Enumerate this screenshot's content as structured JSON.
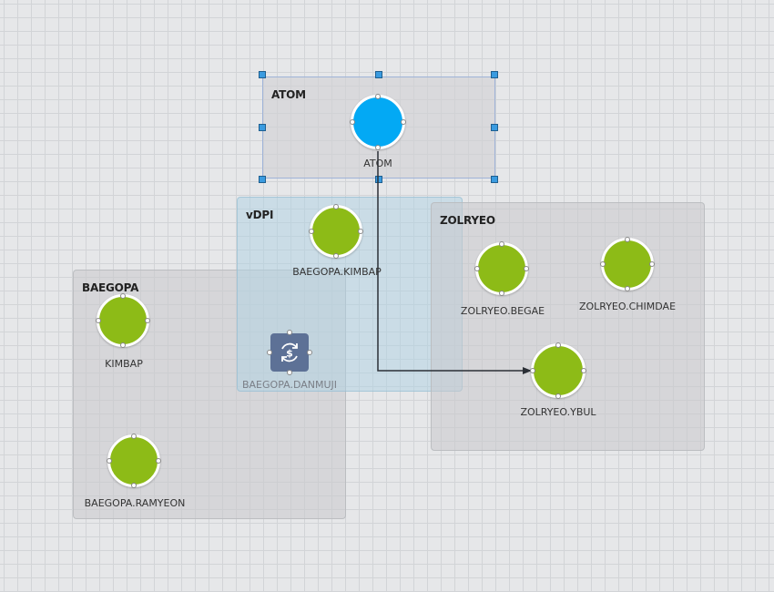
{
  "groups": {
    "atom": {
      "title": "ATOM"
    },
    "vdpi": {
      "title": "vDPI"
    },
    "zolryeo": {
      "title": "ZOLRYEO"
    },
    "baegopa": {
      "title": "BAEGOPA"
    }
  },
  "nodes": {
    "atom": {
      "label": "ATOM",
      "color": "#03a9f4"
    },
    "baegopa_kimbap": {
      "label": "BAEGOPA.KIMBAP",
      "color": "#8dbb17"
    },
    "kimbap": {
      "label": "KIMBAP",
      "color": "#8dbb17"
    },
    "baegopa_ramyeon": {
      "label": "BAEGOPA.RAMYEON",
      "color": "#8dbb17"
    },
    "baegopa_danmuji": {
      "label": "BAEGOPA.DANMUJI",
      "icon": "currency-exchange-icon",
      "color": "#5d7196"
    },
    "zolryeo_begae": {
      "label": "ZOLRYEO.BEGAE",
      "color": "#8dbb17"
    },
    "zolryeo_chimdae": {
      "label": "ZOLRYEO.CHIMDAE",
      "color": "#8dbb17"
    },
    "zolryeo_ybul": {
      "label": "ZOLRYEO.YBUL",
      "color": "#8dbb17"
    }
  },
  "edges": [
    {
      "from": "ATOM",
      "to": "ZOLRYEO.YBUL"
    }
  ]
}
